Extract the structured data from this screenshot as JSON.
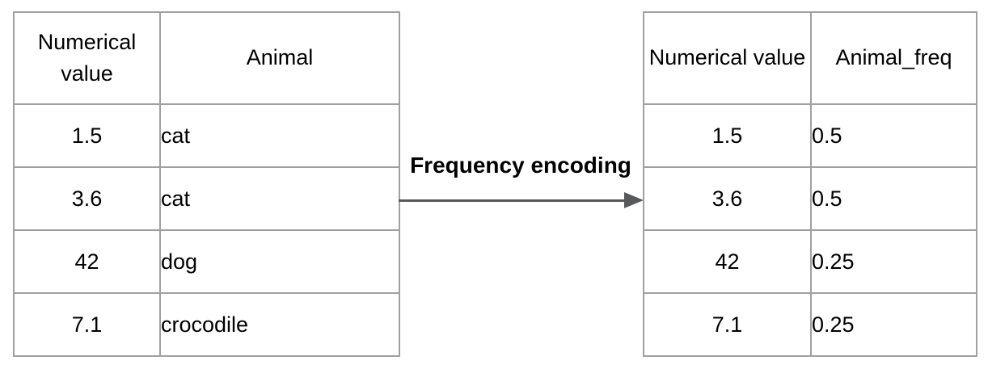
{
  "diagram": {
    "arrow_label": "Frequency encoding"
  },
  "left_table": {
    "headers": [
      "Numerical value",
      "Animal"
    ],
    "rows": [
      [
        "1.5",
        "cat"
      ],
      [
        "3.6",
        "cat"
      ],
      [
        "42",
        "dog"
      ],
      [
        "7.1",
        "crocodile"
      ]
    ]
  },
  "right_table": {
    "headers": [
      "Numerical value",
      "Animal_freq"
    ],
    "rows": [
      [
        "1.5",
        "0.5"
      ],
      [
        "3.6",
        "0.5"
      ],
      [
        "42",
        "0.25"
      ],
      [
        "7.1",
        "0.25"
      ]
    ]
  },
  "colors": {
    "border": "#a0a0a0",
    "arrow": "#58595b",
    "text": "#000000"
  }
}
